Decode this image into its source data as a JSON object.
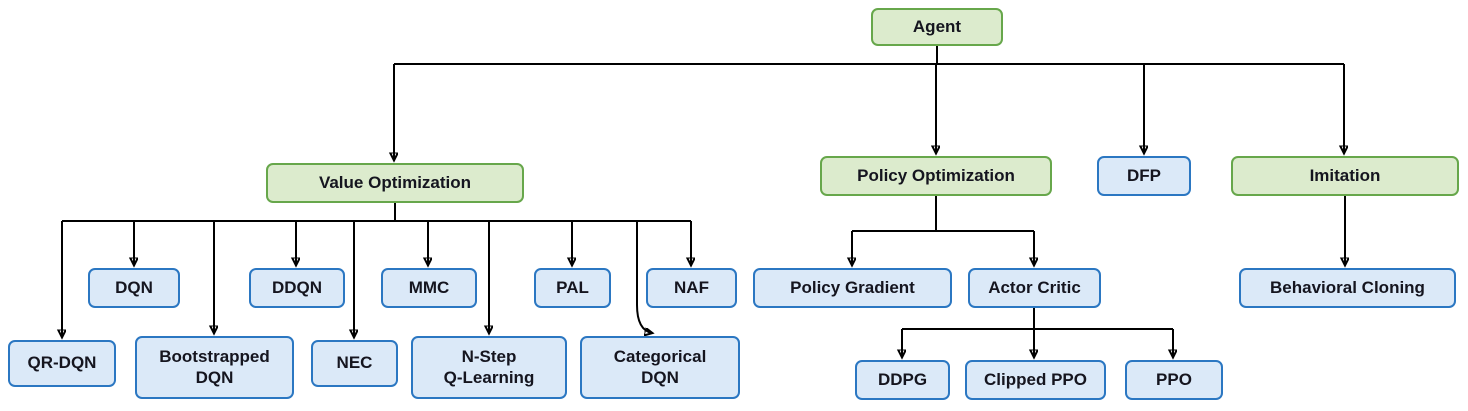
{
  "colors": {
    "category_fill": "#dcebcd",
    "category_border": "#67a74b",
    "algorithm_fill": "#dbe9f8",
    "algorithm_border": "#2b77c2",
    "connector": "#000000",
    "label_text": "#15151f"
  },
  "nodes": {
    "agent": {
      "label": "Agent",
      "kind": "category"
    },
    "value_optimization": {
      "label": "Value Optimization",
      "kind": "category"
    },
    "policy_optimization": {
      "label": "Policy Optimization",
      "kind": "category"
    },
    "dfp": {
      "label": "DFP",
      "kind": "algorithm"
    },
    "imitation": {
      "label": "Imitation",
      "kind": "category"
    },
    "dqn": {
      "label": "DQN",
      "kind": "algorithm"
    },
    "ddqn": {
      "label": "DDQN",
      "kind": "algorithm"
    },
    "mmc": {
      "label": "MMC",
      "kind": "algorithm"
    },
    "pal": {
      "label": "PAL",
      "kind": "algorithm"
    },
    "naf": {
      "label": "NAF",
      "kind": "algorithm"
    },
    "qr_dqn": {
      "label": "QR-DQN",
      "kind": "algorithm"
    },
    "bootstrapped_dqn": {
      "label": "Bootstrapped\nDQN",
      "kind": "algorithm"
    },
    "nec": {
      "label": "NEC",
      "kind": "algorithm"
    },
    "n_step_q_learning": {
      "label": "N-Step\nQ-Learning",
      "kind": "algorithm"
    },
    "categorical_dqn": {
      "label": "Categorical\nDQN",
      "kind": "algorithm"
    },
    "policy_gradient": {
      "label": "Policy Gradient",
      "kind": "algorithm"
    },
    "actor_critic": {
      "label": "Actor Critic",
      "kind": "algorithm"
    },
    "ddpg": {
      "label": "DDPG",
      "kind": "algorithm"
    },
    "clipped_ppo": {
      "label": "Clipped PPO",
      "kind": "algorithm"
    },
    "ppo": {
      "label": "PPO",
      "kind": "algorithm"
    },
    "behavioral_cloning": {
      "label": "Behavioral Cloning",
      "kind": "algorithm"
    }
  },
  "hierarchy": {
    "agent": [
      "value_optimization",
      "policy_optimization",
      "dfp",
      "imitation"
    ],
    "value_optimization": [
      "qr_dqn",
      "dqn",
      "bootstrapped_dqn",
      "ddqn",
      "nec",
      "mmc",
      "n_step_q_learning",
      "pal",
      "categorical_dqn",
      "naf"
    ],
    "policy_optimization": [
      "policy_gradient",
      "actor_critic"
    ],
    "actor_critic": [
      "ddpg",
      "clipped_ppo",
      "ppo"
    ],
    "imitation": [
      "behavioral_cloning"
    ]
  }
}
